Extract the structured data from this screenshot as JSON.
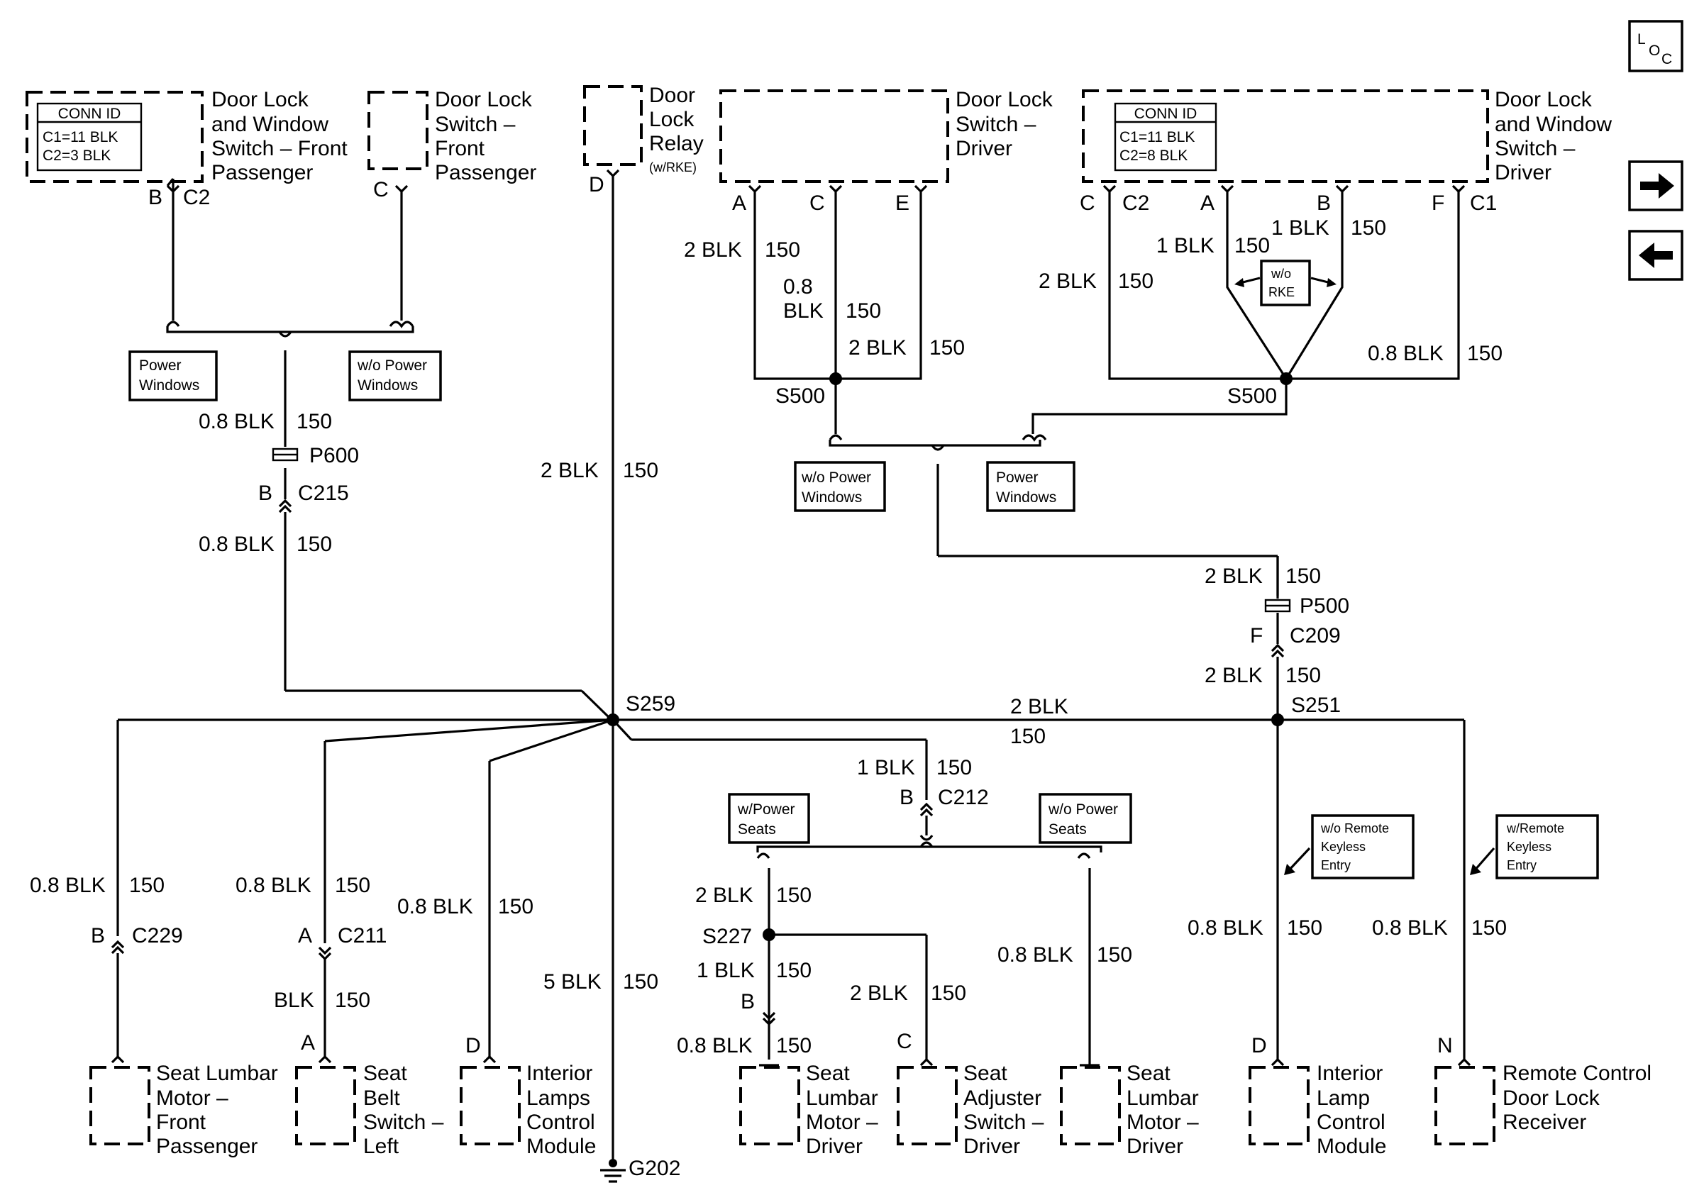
{
  "loc_button": {
    "l": "L",
    "o": "O",
    "c": "C"
  },
  "nav": {
    "next_icon": "arrow-right-icon",
    "prev_icon": "arrow-left-icon"
  },
  "components": {
    "dlws_front_pass": [
      "Door Lock",
      "and Window",
      "Switch – Front",
      "Passenger"
    ],
    "dls_front_pass": [
      "Door Lock",
      "Switch –",
      "Front",
      "Passenger"
    ],
    "relay": [
      "Door",
      "Lock",
      "Relay"
    ],
    "relay_note": "(w/RKE)",
    "dls_driver": [
      "Door Lock",
      "Switch –",
      "Driver"
    ],
    "dlws_driver": [
      "Door Lock",
      "and Window",
      "Switch –",
      "Driver"
    ],
    "seat_lumbar_fp": [
      "Seat Lumbar",
      "Motor –",
      "Front",
      "Passenger"
    ],
    "seat_belt_left": [
      "Seat",
      "Belt",
      "Switch –",
      "Left"
    ],
    "interior_lamps_cm": [
      "Interior",
      "Lamps",
      "Control",
      "Module"
    ],
    "seat_lumbar_driver_a": [
      "Seat",
      "Lumbar",
      "Motor –",
      "Driver"
    ],
    "seat_adjuster_driver": [
      "Seat",
      "Adjuster",
      "Switch –",
      "Driver"
    ],
    "seat_lumbar_driver_b": [
      "Seat",
      "Lumbar",
      "Motor –",
      "Driver"
    ],
    "interior_lamp_cm": [
      "Interior",
      "Lamp",
      "Control",
      "Module"
    ],
    "remote_receiver": [
      "Remote Control",
      "Door Lock",
      "Receiver"
    ]
  },
  "conn_id": {
    "left": {
      "title": "CONN ID",
      "lines": [
        "C1=11 BLK",
        "C2=3 BLK"
      ]
    },
    "right": {
      "title": "CONN ID",
      "lines": [
        "C1=11 BLK",
        "C2=8 BLK"
      ]
    }
  },
  "options": {
    "power_windows": [
      "Power",
      "Windows"
    ],
    "wo_power_windows": [
      "w/o Power",
      "Windows"
    ],
    "w_power_seats": [
      "w/Power",
      "Seats"
    ],
    "wo_power_seats": [
      "w/o Power",
      "Seats"
    ],
    "wo_rke": [
      "w/o",
      "RKE"
    ],
    "wo_remote_keyless": [
      "w/o Remote",
      "Keyless",
      "Entry"
    ],
    "w_remote_keyless": [
      "w/Remote",
      "Keyless",
      "Entry"
    ]
  },
  "pins": {
    "b": "B",
    "c2": "C2",
    "c": "C",
    "d": "D",
    "a": "A",
    "e": "E",
    "f": "F",
    "c1": "C1",
    "n": "N"
  },
  "splices": {
    "s500": "S500",
    "s259": "S259",
    "s251": "S251",
    "s227": "S227"
  },
  "connectors": {
    "p600": "P600",
    "c215": "C215",
    "p500": "P500",
    "c209": "C209",
    "c212": "C212",
    "c229": "C229",
    "c211": "C211"
  },
  "ground": "G202",
  "wire_labels": {
    "blk_08": "0.8 BLK",
    "blk_2": "2 BLK",
    "blk_1": "1 BLK",
    "blk_5": "5 BLK",
    "blk": "BLK",
    "blk_08_top": "0.8",
    "blk_08_bottom": "BLK",
    "circuit": "150"
  }
}
